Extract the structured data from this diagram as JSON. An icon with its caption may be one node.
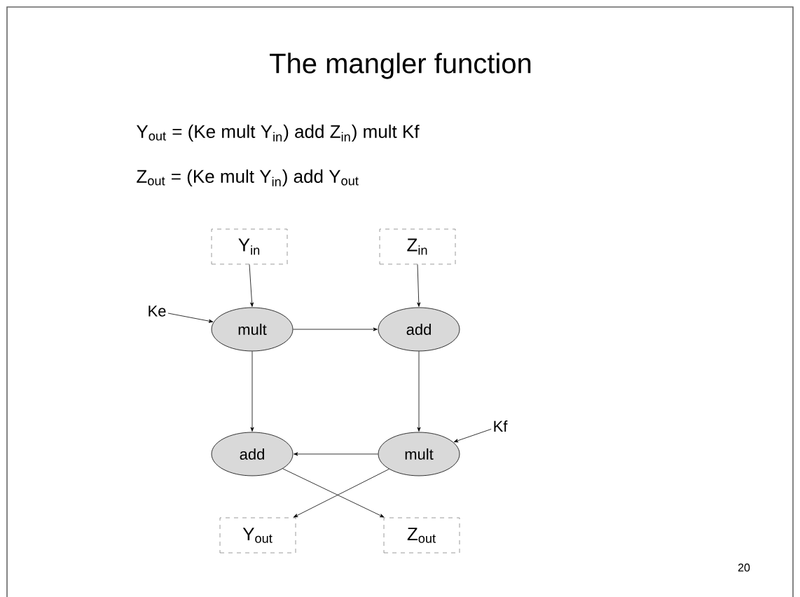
{
  "diagram": {
    "title": "The mangler function",
    "nodes": [
      {
        "text": [
          "Y$_{in}$"
        ]
      },
      {
        "text": [
          "Z$_{in}$"
        ]
      },
      {
        "text": [
          "Ke"
        ]
      },
      {
        "text": [
          "mult"
        ]
      },
      {
        "text": [
          "add"
        ]
      },
      {
        "text": [
          "Kf"
        ]
      },
      {
        "text": [
          "add"
        ]
      },
      {
        "text": [
          "mult"
        ]
      },
      {
        "text": [
          "Y$_{out}$"
        ]
      },
      {
        "text": [
          "Z$_{out}$"
        ]
      }
    ],
    "edges": [
      {
        "from": 0,
        "to": 3,
        "arrow": "to"
      },
      {
        "from": 1,
        "to": 4,
        "arrow": "to"
      },
      {
        "from": 2,
        "to": 3,
        "arrow": "to"
      },
      {
        "from": 3,
        "to": 4,
        "arrow": "to"
      },
      {
        "from": 3,
        "to": 6,
        "arrow": "to"
      },
      {
        "from": 4,
        "to": 7,
        "arrow": "to"
      },
      {
        "from": 5,
        "to": 7,
        "arrow": "to"
      },
      {
        "from": 7,
        "to": 6,
        "arrow": "to"
      },
      {
        "from": 6,
        "to": 9,
        "arrow": "to"
      },
      {
        "from": 7,
        "to": 8,
        "arrow": "to"
      }
    ],
    "labels": [
      "Y$_{out}$ = (Ke mult Y$_{in}$) add Z$_{in}$) mult Kf",
      "Z$_{out}$ = (Ke mult Y$_{in}$) add Y$_{out}$",
      "20"
    ]
  }
}
